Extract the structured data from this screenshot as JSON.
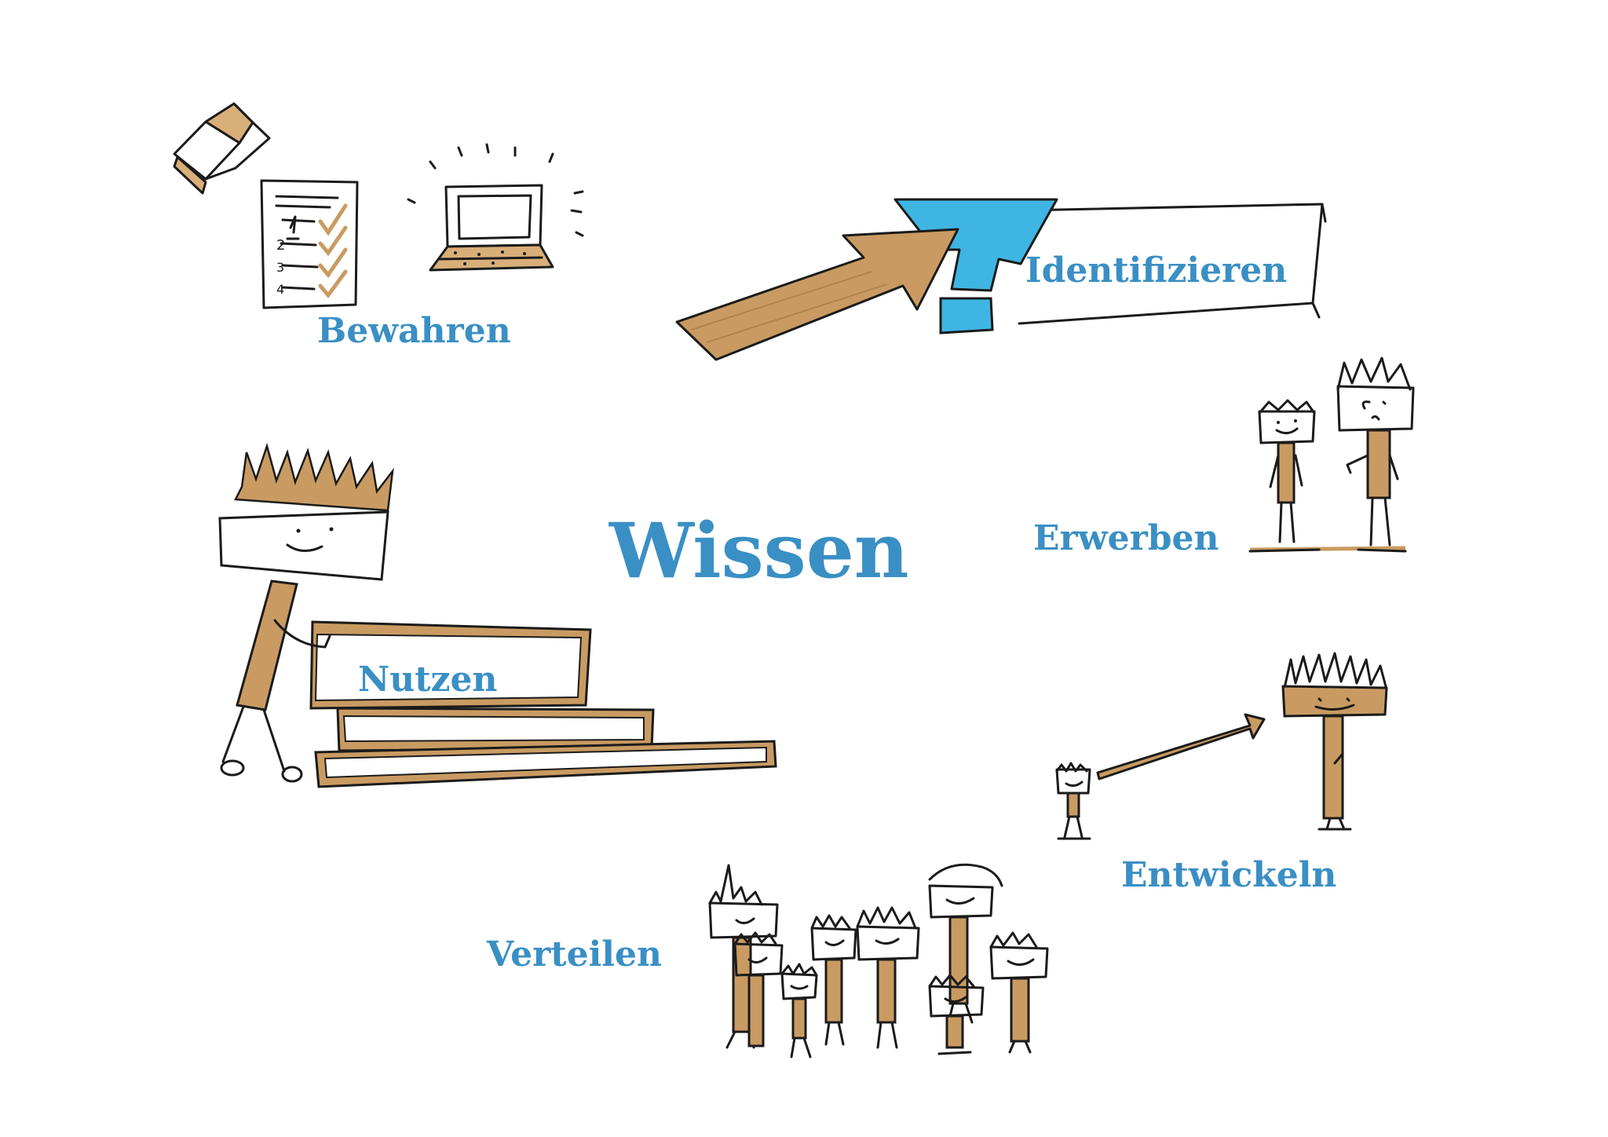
{
  "colors": {
    "label": "#3a8fc4",
    "ink": "#1b1b1b",
    "tan": "#c99b62",
    "blue": "#3fb5e3",
    "background": "#ffffff"
  },
  "center": {
    "label": "Wissen"
  },
  "stages": {
    "bewahren": {
      "label": "Bewahren",
      "icons": [
        "book-icon",
        "checklist-icon",
        "laptop-icon"
      ]
    },
    "identifizieren": {
      "label": "Identifizieren",
      "icons": [
        "arrow-icon",
        "question-mark-icon",
        "signboard-icon"
      ]
    },
    "erwerben": {
      "label": "Erwerben",
      "icons": [
        "two-people-icon"
      ]
    },
    "entwickeln": {
      "label": "Entwickeln",
      "icons": [
        "growth-arrow-icon",
        "small-person-icon",
        "tall-person-icon"
      ]
    },
    "verteilen": {
      "label": "Verteilen",
      "icons": [
        "group-of-people-icon"
      ]
    },
    "nutzen": {
      "label": "Nutzen",
      "icons": [
        "person-icon",
        "stairs-icon"
      ]
    }
  }
}
